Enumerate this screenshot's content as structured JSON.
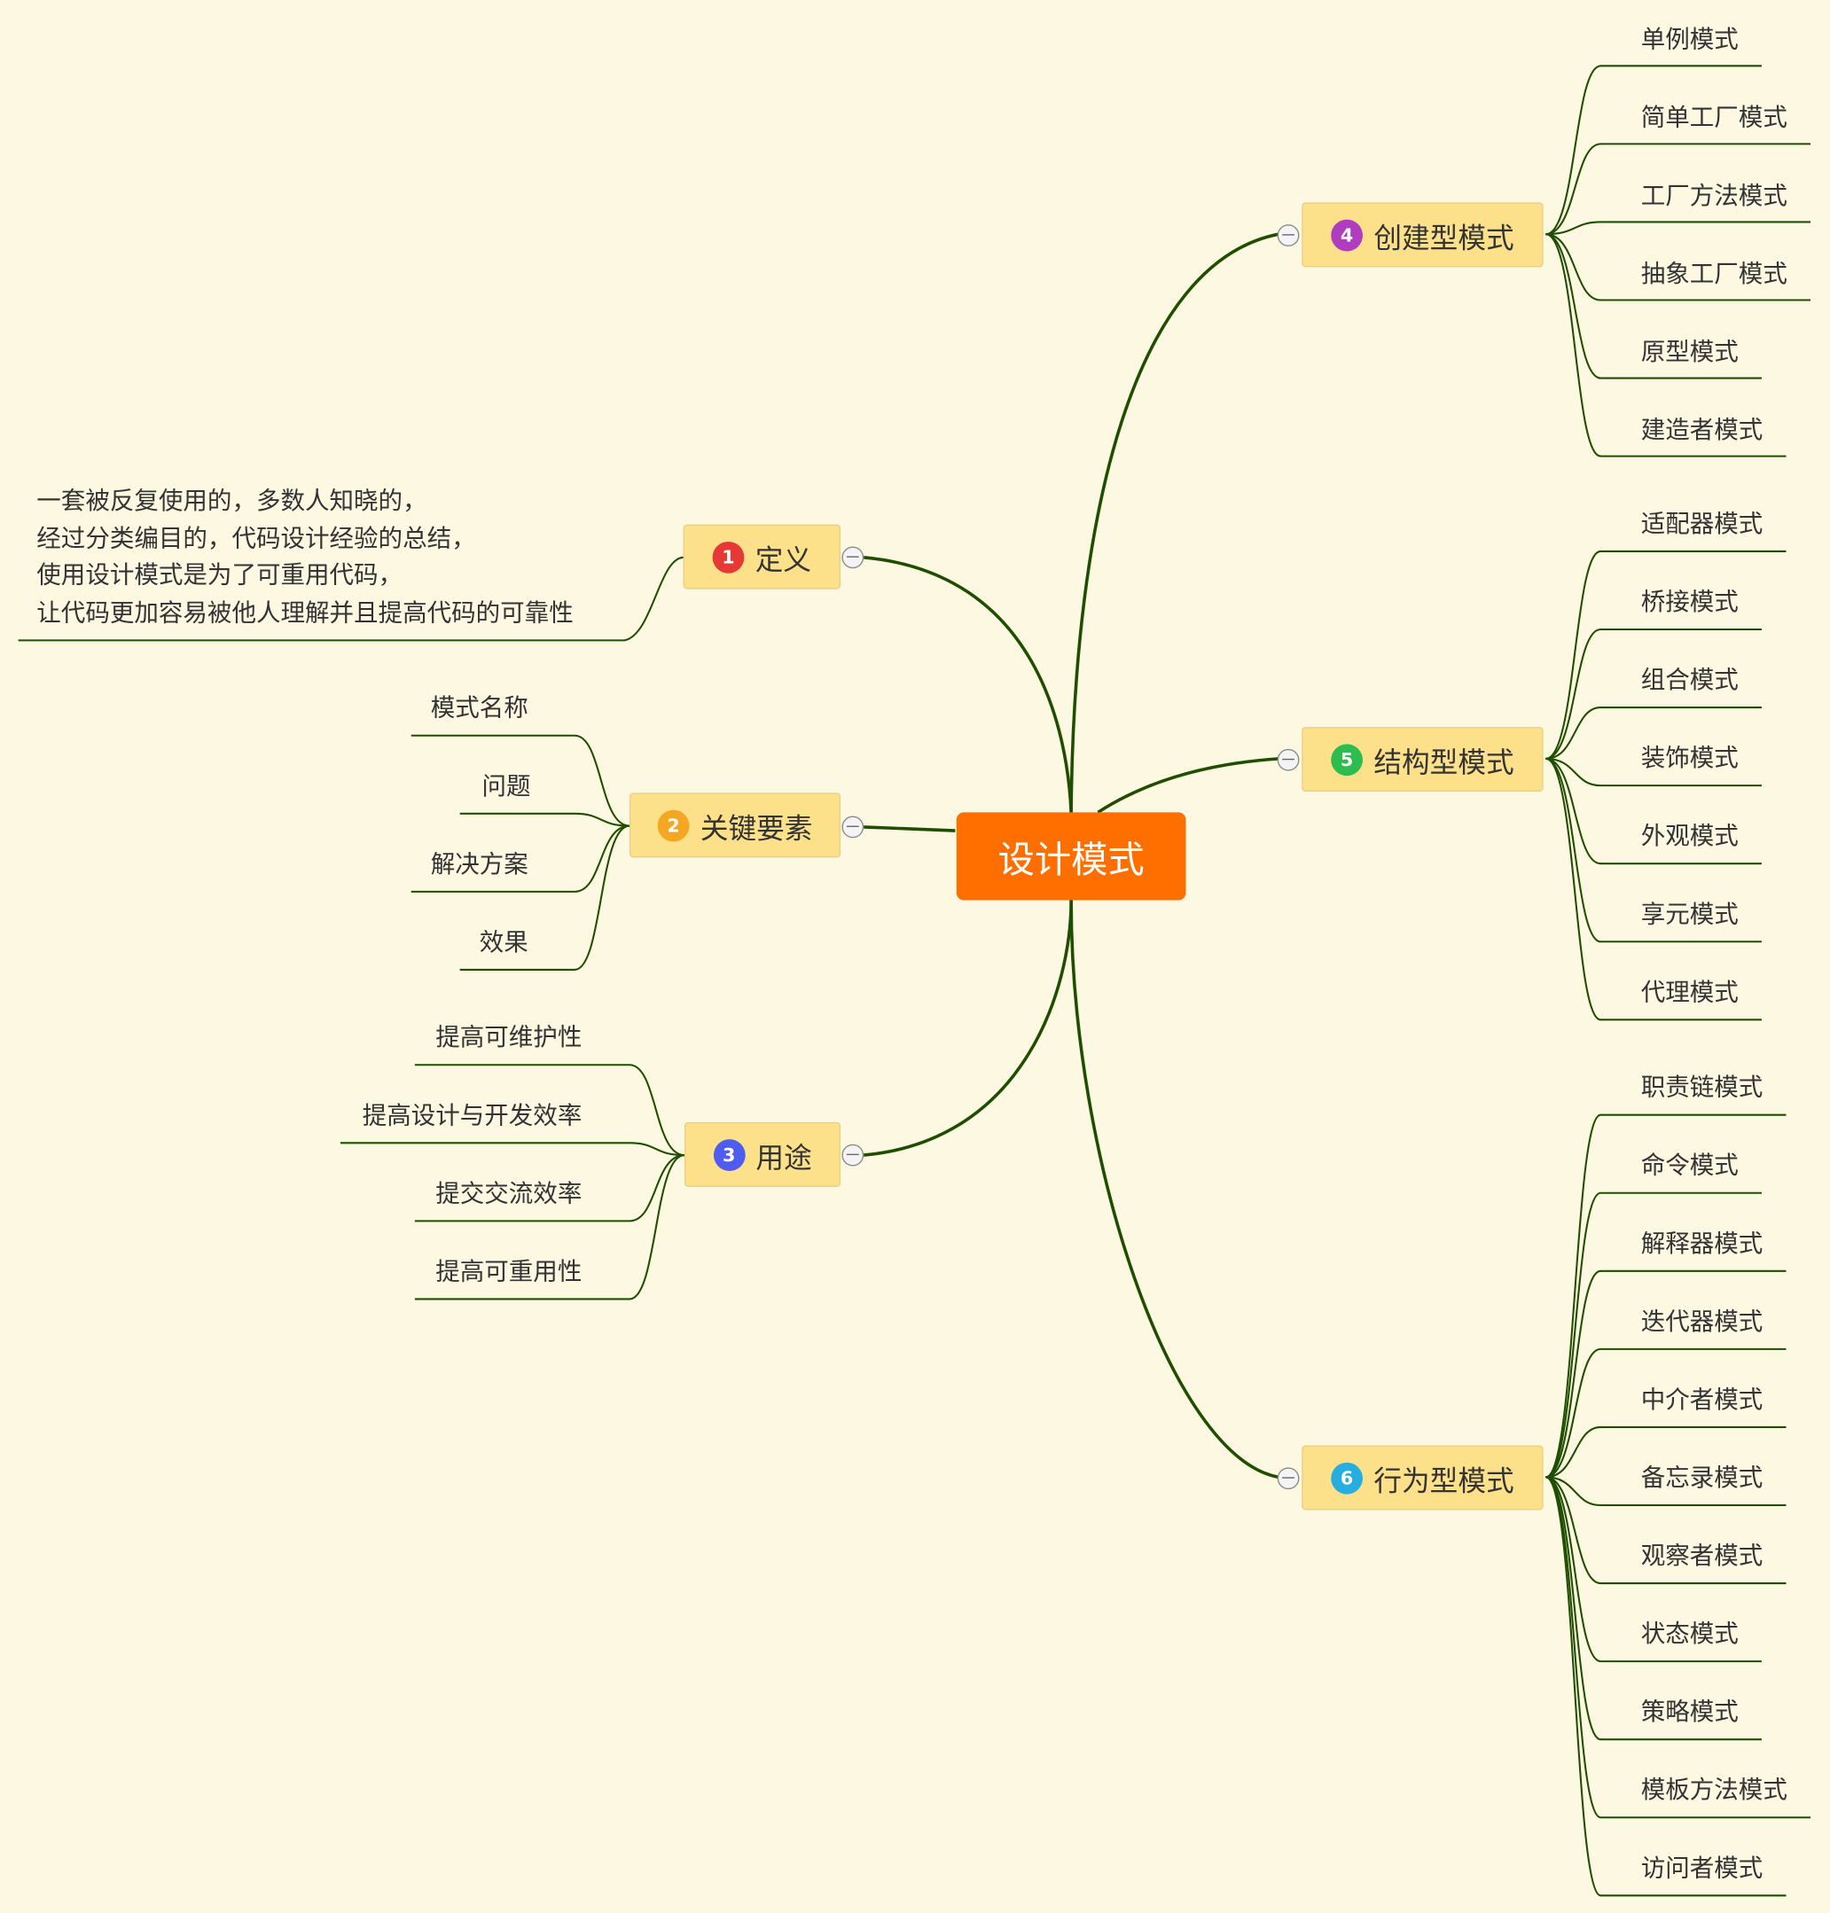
{
  "root": {
    "label": "设计模式"
  },
  "colors": {
    "background": "#fdf8e1",
    "root": "#ff6f00",
    "branch_fill": "#fde08a",
    "line": "#1f4e00"
  },
  "branches": {
    "definition": {
      "number": "1",
      "label": "定义",
      "badge_color": "#e53935",
      "lines": [
        "一套被反复使用的，多数人知晓的，",
        "经过分类编目的，代码设计经验的总结，",
        "使用设计模式是为了可重用代码，",
        "让代码更加容易被他人理解并且提高代码的可靠性"
      ]
    },
    "elements": {
      "number": "2",
      "label": "关键要素",
      "badge_color": "#f5a623",
      "items": [
        "模式名称",
        "问题",
        "解决方案",
        "效果"
      ]
    },
    "uses": {
      "number": "3",
      "label": "用途",
      "badge_color": "#4f5cf0",
      "items": [
        "提高可维护性",
        "提高设计与开发效率",
        "提交交流效率",
        "提高可重用性"
      ]
    },
    "creational": {
      "number": "4",
      "label": "创建型模式",
      "badge_color": "#b03dbf",
      "items": [
        "单例模式",
        "简单工厂模式",
        "工厂方法模式",
        "抽象工厂模式",
        "原型模式",
        "建造者模式"
      ]
    },
    "structural": {
      "number": "5",
      "label": "结构型模式",
      "badge_color": "#2dbd4e",
      "items": [
        "适配器模式",
        "桥接模式",
        "组合模式",
        "装饰模式",
        "外观模式",
        "享元模式",
        "代理模式"
      ]
    },
    "behavioral": {
      "number": "6",
      "label": "行为型模式",
      "badge_color": "#27aee0",
      "items": [
        "职责链模式",
        "命令模式",
        "解释器模式",
        "迭代器模式",
        "中介者模式",
        "备忘录模式",
        "观察者模式",
        "状态模式",
        "策略模式",
        "模板方法模式",
        "访问者模式"
      ]
    }
  }
}
